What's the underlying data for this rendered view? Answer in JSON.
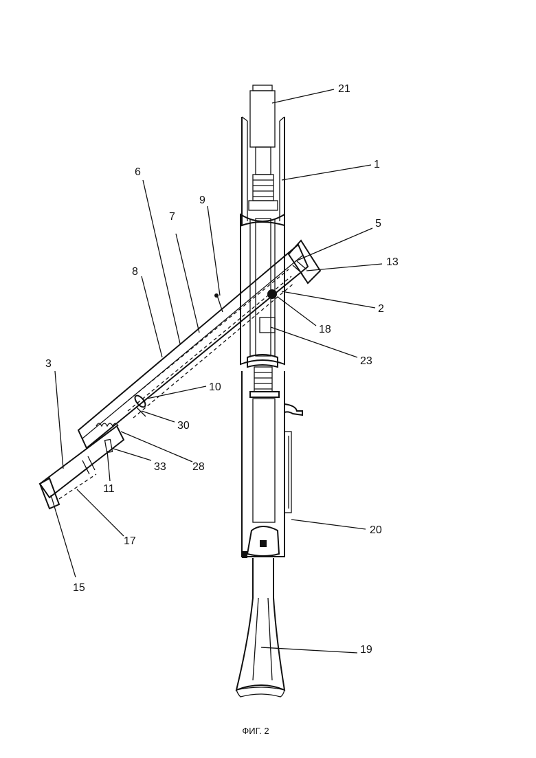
{
  "caption": "ФИГ. 2",
  "labels": [
    {
      "id": "label-21",
      "text": "21"
    },
    {
      "id": "label-1",
      "text": "1"
    },
    {
      "id": "label-6",
      "text": "6"
    },
    {
      "id": "label-9",
      "text": "9"
    },
    {
      "id": "label-7",
      "text": "7"
    },
    {
      "id": "label-5",
      "text": "5"
    },
    {
      "id": "label-13",
      "text": "13"
    },
    {
      "id": "label-8",
      "text": "8"
    },
    {
      "id": "label-2",
      "text": "2"
    },
    {
      "id": "label-18",
      "text": "18"
    },
    {
      "id": "label-23",
      "text": "23"
    },
    {
      "id": "label-3",
      "text": "3"
    },
    {
      "id": "label-10",
      "text": "10"
    },
    {
      "id": "label-30",
      "text": "30"
    },
    {
      "id": "label-33",
      "text": "33"
    },
    {
      "id": "label-28",
      "text": "28"
    },
    {
      "id": "label-11",
      "text": "11"
    },
    {
      "id": "label-17",
      "text": "17"
    },
    {
      "id": "label-20",
      "text": "20"
    },
    {
      "id": "label-15",
      "text": "15"
    },
    {
      "id": "label-19",
      "text": "19"
    }
  ]
}
